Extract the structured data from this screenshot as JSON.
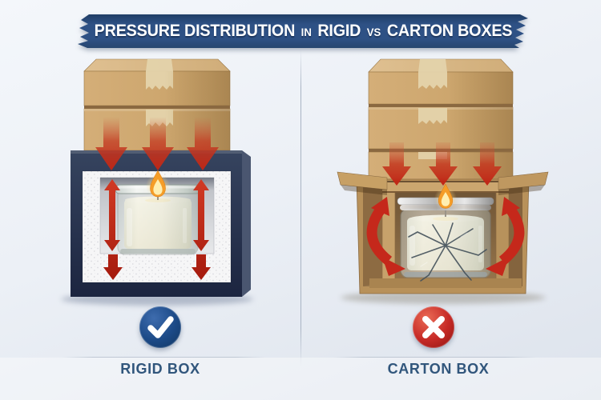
{
  "title": {
    "part1": "PRESSURE DISTRIBUTION",
    "part2": "IN",
    "part3": "RIGID",
    "part4": "VS",
    "part5": "CARTON BOXES"
  },
  "panels": {
    "left": {
      "label": "RIGID BOX",
      "verdict": "approved",
      "verdict_icon": "checkmark-icon",
      "illustration": "candle jar cushioned by foam inside rigid box under stacked shipping boxes; arrows show absorbed pressure"
    },
    "right": {
      "label": "CARTON BOX",
      "verdict": "rejected",
      "verdict_icon": "cross-icon",
      "illustration": "cracked candle jar inside open carton box under stacked shipping boxes; arrows show pressure crushing inward"
    }
  },
  "icons": {
    "approve": "checkmark-icon",
    "reject": "cross-icon",
    "pressure": "down-arrow-icon",
    "absorb": "double-vertical-arrow-icon",
    "crush": "curved-arrow-icon"
  },
  "colors": {
    "background_top": "#f4f7fb",
    "background_bottom": "#dde3ec",
    "banner_blue": "#2e5185",
    "banner_blue_dark": "#203e66",
    "title_text": "#ffffff",
    "label_text": "#31567c",
    "approve_blue": "#1c4a87",
    "reject_red": "#c62a26",
    "arrow_red": "#c5281b",
    "cardboard_tan": "#c7a066",
    "cardboard_light": "#dfc091",
    "cardboard_dark": "#a8834f",
    "tape_tan": "#e4d3ab",
    "rigid_navy": "#2c3854",
    "rigid_navy_dark": "#1c2540",
    "foam_white": "#f6f6f7",
    "wax_cream": "#f2ebd0",
    "divider_grey": "#bfc8d4"
  }
}
